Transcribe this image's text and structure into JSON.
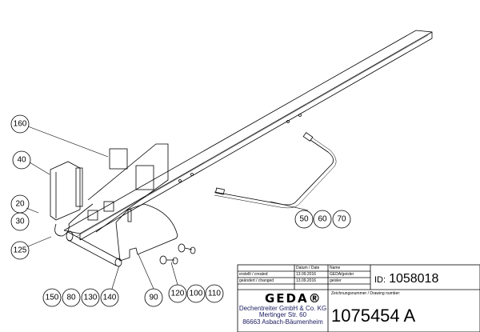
{
  "drawing": {
    "balloons": {
      "b160": "160",
      "b40": "40",
      "b20": "20",
      "b30": "30",
      "b125": "125",
      "b150": "150",
      "b80": "80",
      "b130": "130",
      "b140": "140",
      "b90": "90",
      "b120": "120",
      "b100": "100",
      "b110": "110",
      "b50": "50",
      "b60": "60",
      "b70": "70"
    }
  },
  "title_block": {
    "header_date": "Datum / Date",
    "header_name": "Name",
    "created_label": "erstellt / created",
    "created_date": "13.09.2016",
    "created_name": "GEDA/geisler",
    "changed_label": "geändert / changed",
    "changed_date": "13.09.2016",
    "changed_name": "geisler",
    "id_label": "ID:",
    "id_value": "1058018",
    "logo": "GEDA®",
    "company": "Dechentreiter GmbH & Co. KG",
    "street": "Mertinger Str. 60",
    "city": "86663 Asbach-Bäumenheim",
    "drawing_number_label": "Zeichnungsnummer / Drawing number:",
    "drawing_number": "1075454 A"
  }
}
